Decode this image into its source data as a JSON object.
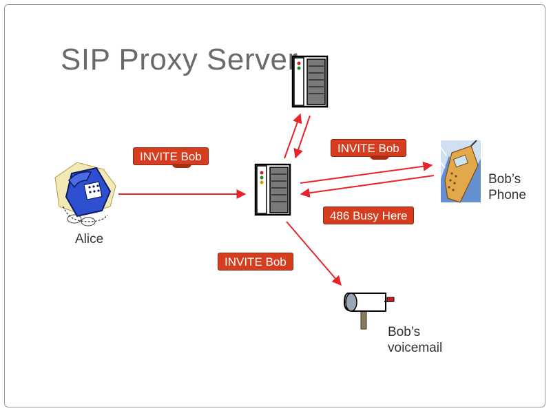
{
  "slide": {
    "title": "SIP Proxy Server"
  },
  "nodes": {
    "alice": "Alice",
    "bob_phone": "Bob’s\nPhone",
    "bob_voicemail": "Bob’s\nvoicemail"
  },
  "messages": {
    "invite_to_proxy": "INVITE Bob",
    "invite_to_phone": "INVITE Bob",
    "busy_response": "486 Busy Here",
    "invite_to_voicemail": "INVITE Bob"
  },
  "colors": {
    "arrow": "#e8232b",
    "callout": "#d63d1f",
    "title": "#6a6a6a"
  },
  "icons": [
    "desk-phone-icon",
    "server-icon",
    "mobile-phone-icon",
    "mailbox-icon"
  ]
}
